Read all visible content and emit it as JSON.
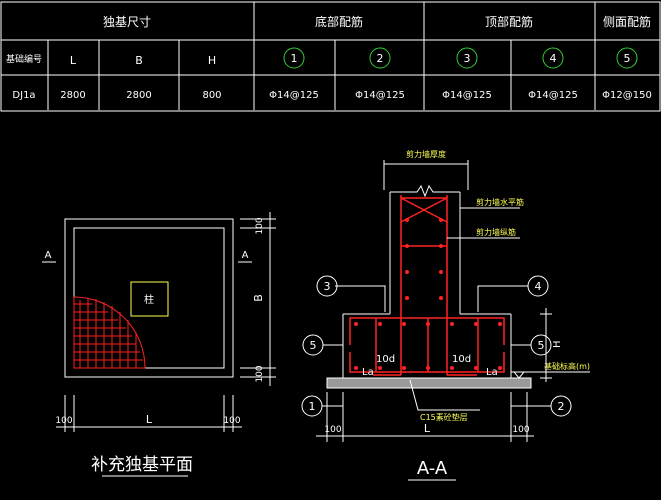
{
  "table": {
    "group_headers": {
      "foundation_size": "独基尺寸",
      "bottom_rebar": "底部配筋",
      "top_rebar": "顶部配筋",
      "side_rebar": "侧面配筋"
    },
    "label_col_header": "基础编号",
    "size_headers": [
      "L",
      "B",
      "H"
    ],
    "rebar_markers": [
      "1",
      "2",
      "3",
      "4",
      "5"
    ],
    "row": {
      "id": "DJ1a",
      "L": "2800",
      "B": "2800",
      "H": "800",
      "rebar": [
        "Φ14@125",
        "Φ14@125",
        "Φ14@125",
        "Φ14@125",
        "Φ12@150"
      ]
    }
  },
  "plan": {
    "title": "补充独基平面",
    "column_label": "柱",
    "section_mark_left": "A",
    "section_mark_right": "A",
    "dim_bottom": [
      "100",
      "L",
      "100"
    ],
    "dim_right": [
      "100",
      "B",
      "100"
    ]
  },
  "section": {
    "title": "A-A",
    "labels": {
      "shear_wall_thickness": "剪力墙厚度",
      "wall_horizontal_rebar": "剪力墙水平筋",
      "wall_vertical_rebar": "剪力墙纵筋",
      "foundation_base_elevation": "基础标高(m)",
      "cushion": "C15素砼垫层",
      "la_left": "La",
      "la_right": "La",
      "ten_d_left": "10d",
      "ten_d_right": "10d",
      "height": "H"
    },
    "markers": [
      "3",
      "4",
      "5",
      "5",
      "1",
      "2"
    ],
    "dim_bottom": [
      "100",
      "L",
      "100"
    ]
  },
  "colors": {
    "line_white": "#ffffff",
    "marker_green": "#33cc33",
    "rebar_red": "#ff2222",
    "label_yellow": "#ffff55",
    "cushion_gray": "#9a9a9a"
  }
}
